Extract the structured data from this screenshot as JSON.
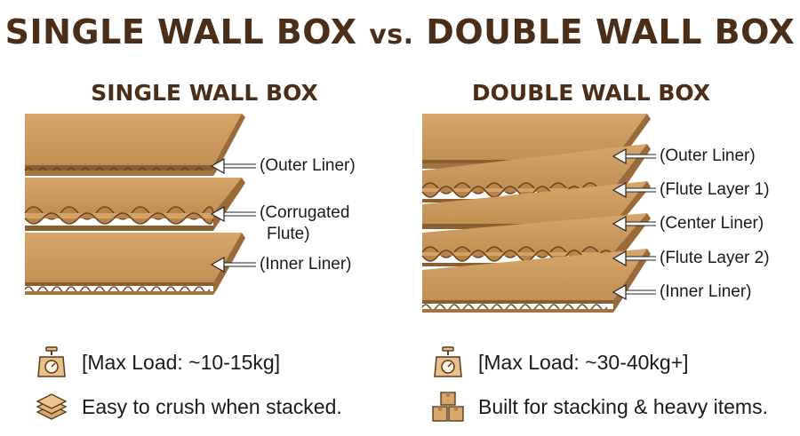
{
  "title": {
    "left": "SINGLE WALL BOX",
    "vs": "vs.",
    "right": "DOUBLE WALL BOX"
  },
  "single": {
    "heading": "SINGLE WALL BOX",
    "labels": [
      "(Outer Liner)",
      "(Corrugated",
      "Flute)",
      "(Inner Liner)"
    ],
    "max_load": "[Max Load: ~10-15kg]",
    "note": "Easy to crush when stacked.",
    "icons": [
      "scale-icon",
      "stacked-sheets-icon"
    ]
  },
  "double": {
    "heading": "DOUBLE WALL BOX",
    "labels": [
      "(Outer Liner)",
      "(Flute Layer 1)",
      "(Center Liner)",
      "(Flute Layer 2)",
      "(Inner Liner)"
    ],
    "max_load": "[Max Load: ~30-40kg+]",
    "note": "Built for stacking & heavy items.",
    "icons": [
      "scale-icon",
      "stacked-boxes-icon"
    ]
  },
  "colors": {
    "title": "#4a2e17",
    "cardboard": "#c9985f",
    "cardboard_dark": "#8a5f33",
    "cardboard_light": "#dcb07a"
  }
}
